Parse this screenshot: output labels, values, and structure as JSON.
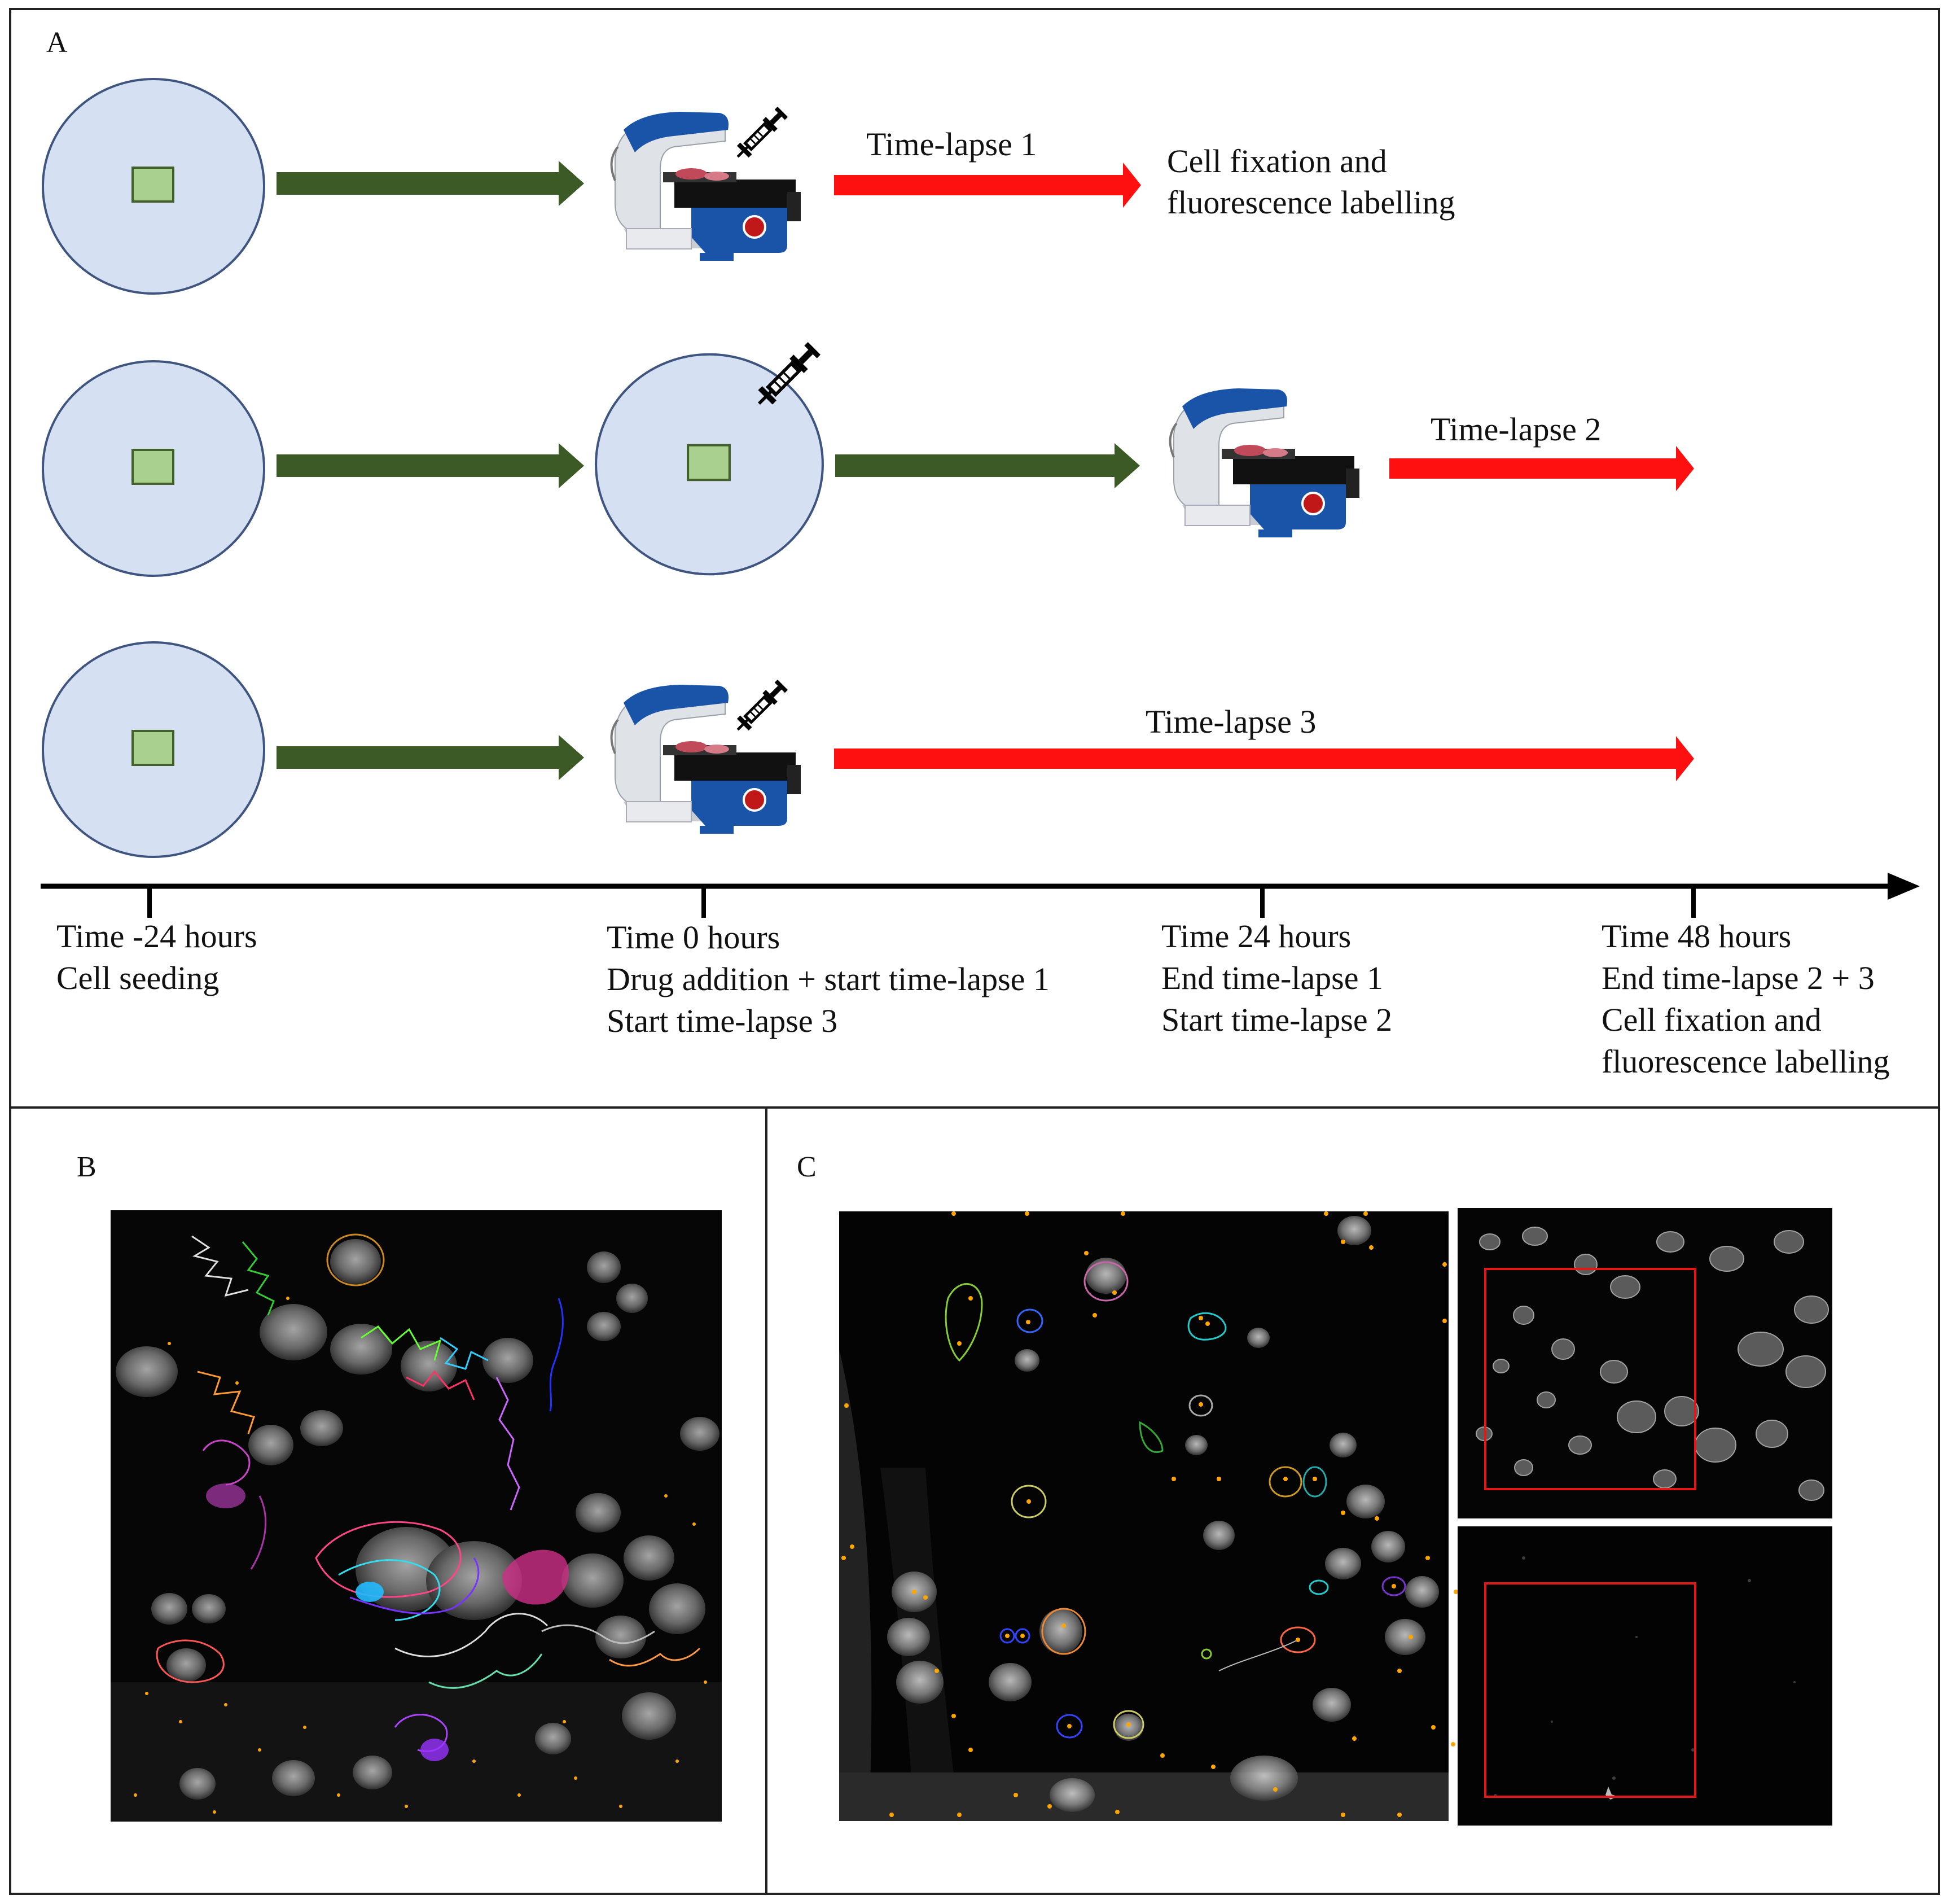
{
  "panels": {
    "a": {
      "letter": "A"
    },
    "b": {
      "letter": "B"
    },
    "c": {
      "letter": "C"
    }
  },
  "workflow": {
    "row1": {
      "timelapse": "Time-lapse 1",
      "end_line1": "Cell fixation and",
      "end_line2": "fluorescence labelling"
    },
    "row2": {
      "timelapse": "Time-lapse 2"
    },
    "row3": {
      "timelapse": "Time-lapse 3"
    }
  },
  "timeline": {
    "t0": {
      "time": "Time -24 hours",
      "desc1": "Cell seeding"
    },
    "t1": {
      "time": "Time 0 hours",
      "desc1": "Drug addition + start time-lapse 1",
      "desc2": "Start time-lapse 3"
    },
    "t2": {
      "time": "Time 24 hours",
      "desc1": "End time-lapse 1",
      "desc2": "Start time-lapse 2"
    },
    "t3": {
      "time": "Time 48 hours",
      "desc1": "End time-lapse 2 + 3",
      "desc2": "Cell fixation and",
      "desc3": "fluorescence labelling"
    }
  },
  "colors": {
    "dish_fill": "#d5e1f2",
    "dish_stroke": "#3f557f",
    "square_fill": "#a9d08e",
    "square_stroke": "#41602a",
    "green_arrow": "#3b5a26",
    "red_arrow": "#ff1010",
    "microscope_blue": "#1a54a8",
    "roi_red": "#e01818"
  },
  "icons": {
    "dish": "petri-dish-icon",
    "microscope": "microscope-icon",
    "syringe": "syringe-icon"
  }
}
